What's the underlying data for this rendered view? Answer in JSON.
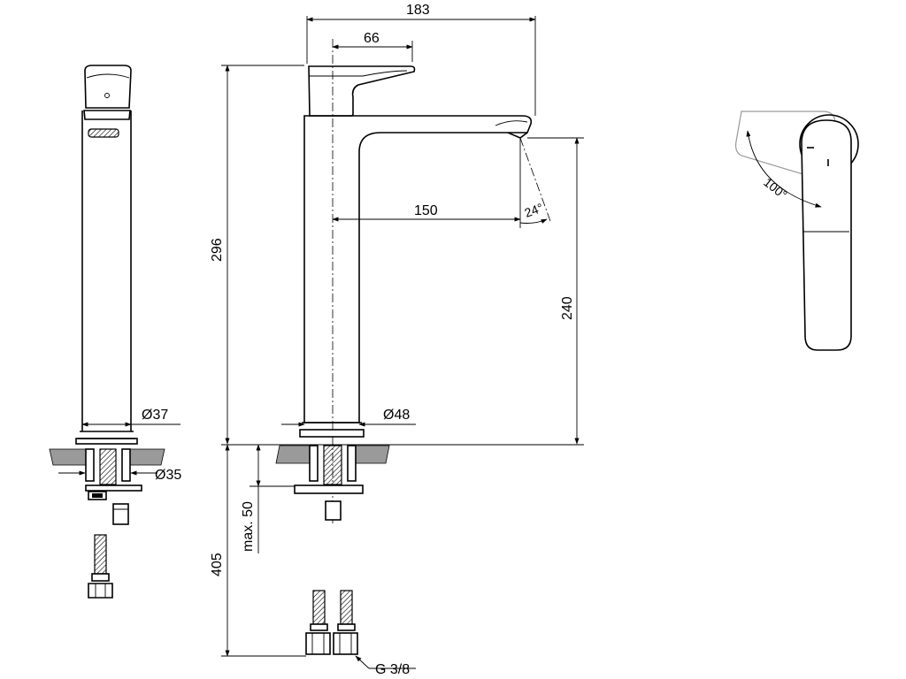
{
  "dimensions": {
    "overall_depth": "183",
    "handle_offset": "66",
    "total_height": "296",
    "spout_reach": "150",
    "spout_angle": "24°",
    "spout_height": "240",
    "side_body_diameter": "Ø37",
    "front_body_diameter": "Ø48",
    "mount_hole_diameter": "Ø35",
    "max_counter_thickness": "max. 50",
    "hose_length": "405",
    "connection_thread": "G 3/8",
    "lever_rotation": "100°"
  },
  "colors": {
    "line": "#000000",
    "counter_fill": "#9a9a9a",
    "background": "#ffffff"
  }
}
